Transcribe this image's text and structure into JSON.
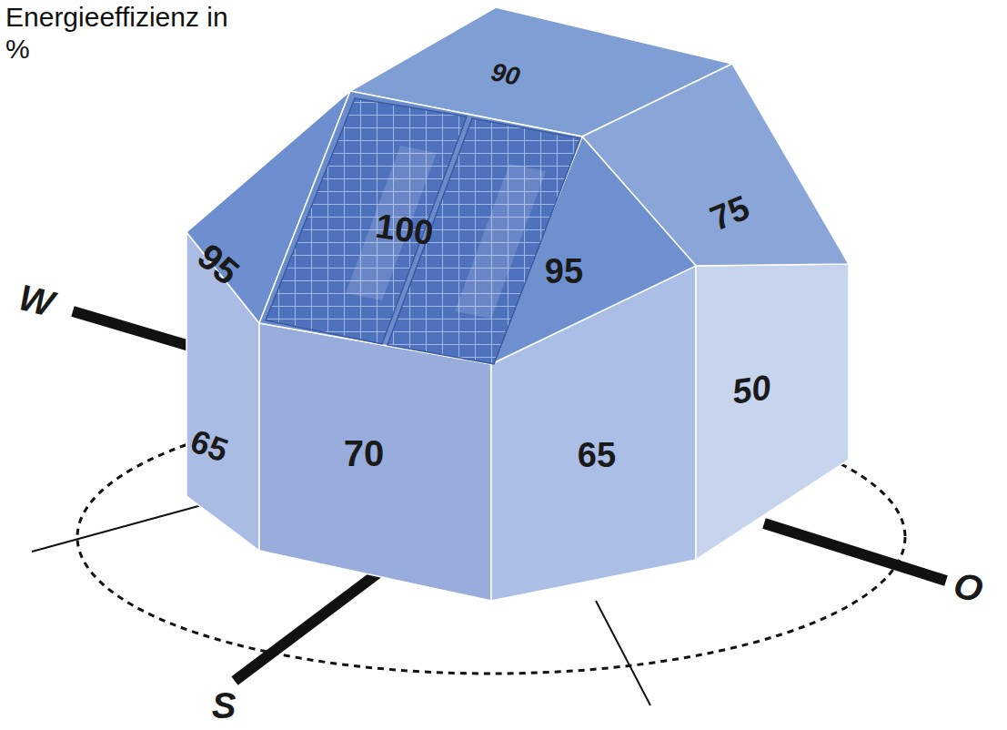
{
  "diagram": {
    "title": "Energieeffizienz in %",
    "labels": [
      "90",
      "95",
      "100",
      "95",
      "75",
      "65",
      "70",
      "65",
      "50",
      "W",
      "S",
      "O"
    ]
  }
}
